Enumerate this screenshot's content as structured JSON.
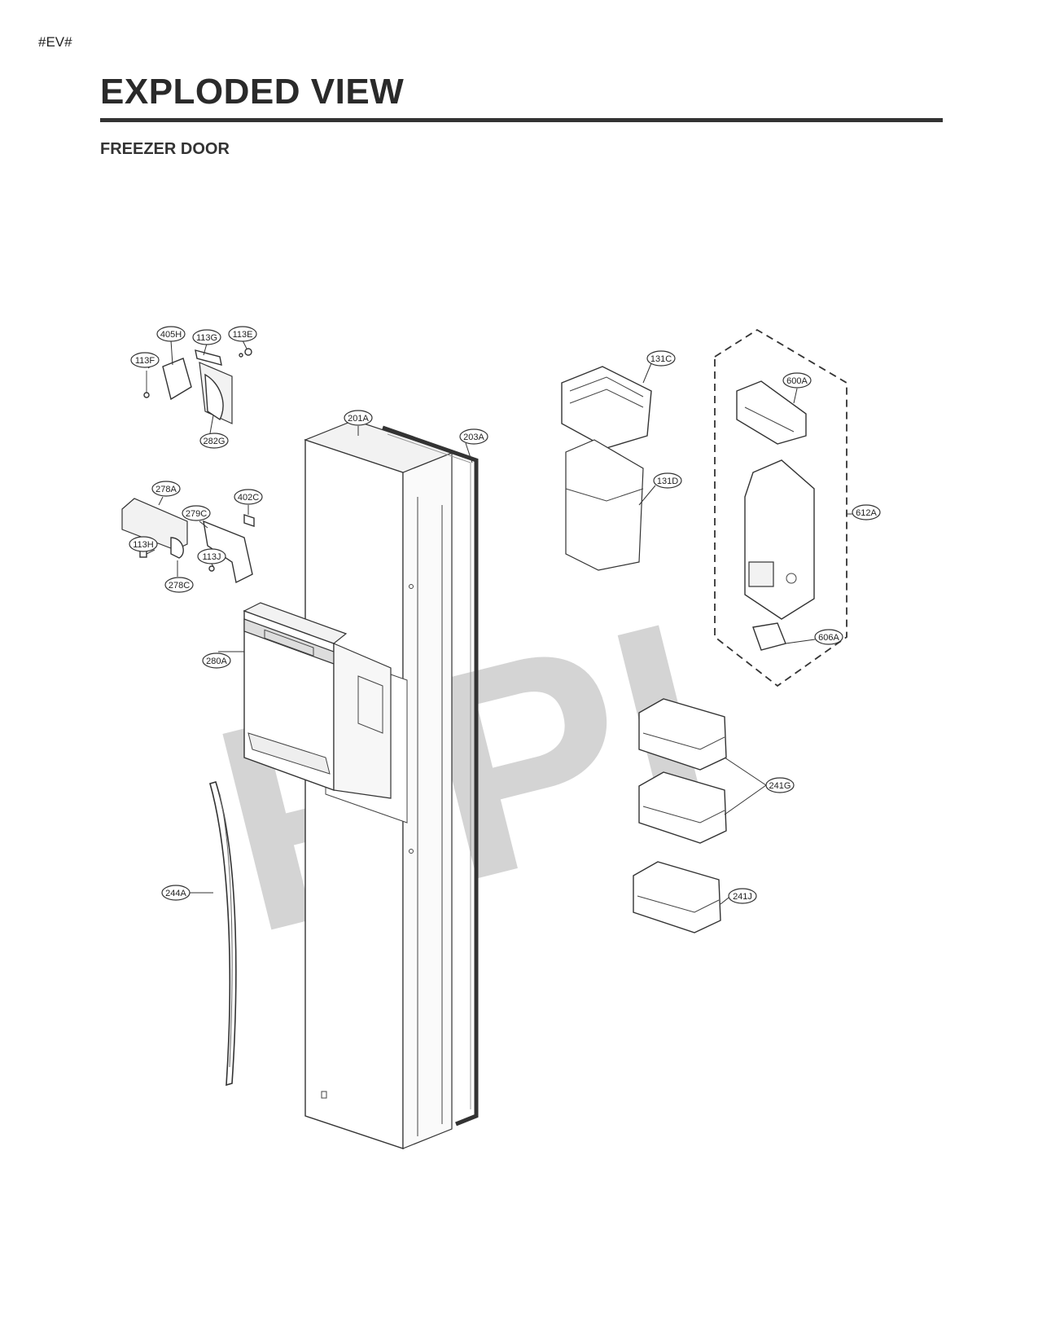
{
  "page_tag": "#EV#",
  "title": "EXPLODED VIEW",
  "subtitle": "FREEZER DOOR",
  "watermark": "RPI",
  "part_labels": {
    "p405H": "405H",
    "p113G": "113G",
    "p113E": "113E",
    "p113F": "113F",
    "p282G": "282G",
    "p201A": "201A",
    "p203A": "203A",
    "p278A": "278A",
    "p279C": "279C",
    "p402C": "402C",
    "p113H": "113H",
    "p113J": "113J",
    "p278C": "278C",
    "p280A": "280A",
    "p244A": "244A",
    "p131C": "131C",
    "p131D": "131D",
    "p600A": "600A",
    "p612A": "612A",
    "p606A": "606A",
    "p241G": "241G",
    "p241J": "241J"
  },
  "colors": {
    "line": "#333333",
    "watermark": "#d4d4d4",
    "rule": "#333333"
  }
}
